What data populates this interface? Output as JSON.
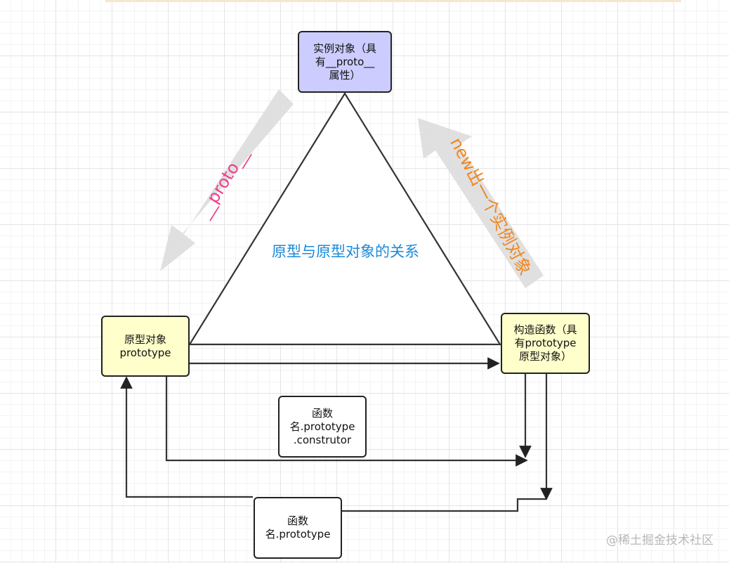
{
  "nodes": {
    "instance": [
      "实例对象（具",
      "有__proto__",
      "属性）"
    ],
    "prototype": [
      "原型对象",
      "prototype"
    ],
    "constructor": [
      "构造函数（具",
      "有prototype",
      "原型对象）"
    ],
    "constructor_ref": [
      "函数",
      "名.prototype",
      ".construtor"
    ],
    "prototype_ref": [
      "函数",
      "名.prototype"
    ]
  },
  "center_title": "原型与原型对象的关系",
  "arrow_labels": {
    "proto": "__proto__",
    "new_instance": "new出一个实例对象"
  },
  "watermark": "@稀土掘金技术社区",
  "colors": {
    "instance_fill": "#ccccff",
    "box_fill": "#ffffcc",
    "title": "#1a8ad8",
    "proto_label": "#ee3f8e",
    "new_label": "#f0861e"
  }
}
